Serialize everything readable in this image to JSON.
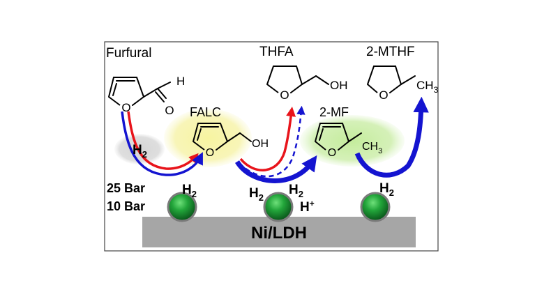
{
  "molecules": {
    "furfural": {
      "name": "Furfural",
      "atom_o": "O",
      "atom_h": "H"
    },
    "thfa": {
      "name": "THFA",
      "atom_o": "O",
      "group": "OH"
    },
    "mthf": {
      "name": "2-MTHF",
      "atom_o": "O",
      "group": "CH",
      "group_sub": "3"
    },
    "falc": {
      "name": "FALC",
      "atom_o": "O",
      "group": "OH"
    },
    "mf": {
      "name": "2-MF",
      "atom_o": "O",
      "group": "CH",
      "group_sub": "3"
    }
  },
  "reagents": {
    "h2_left": {
      "text": "H",
      "sub": "2"
    },
    "h2_particle1": {
      "text": "H",
      "sub": "2"
    },
    "h2_mid_a": {
      "text": "H",
      "sub": "2"
    },
    "h2_mid_b": {
      "text": "H",
      "sub": "2"
    },
    "h_plus": {
      "text": "H",
      "sup": "+"
    },
    "h2_particle3": {
      "text": "H",
      "sub": "2"
    }
  },
  "conditions": [
    {
      "label": "25 Bar",
      "color": "#e8141b"
    },
    {
      "label": "10 Bar",
      "color": "#1414d0"
    }
  ],
  "support": {
    "label": "Ni/LDH",
    "color": "#a6a6a6"
  },
  "colors": {
    "red": "#e8141b",
    "blue": "#1414d0",
    "falc_glow": "#f4f2a6",
    "mf_glow": "#cdeea9",
    "h2_glow": "#dcdcdc",
    "particle": "#1e8e33"
  }
}
